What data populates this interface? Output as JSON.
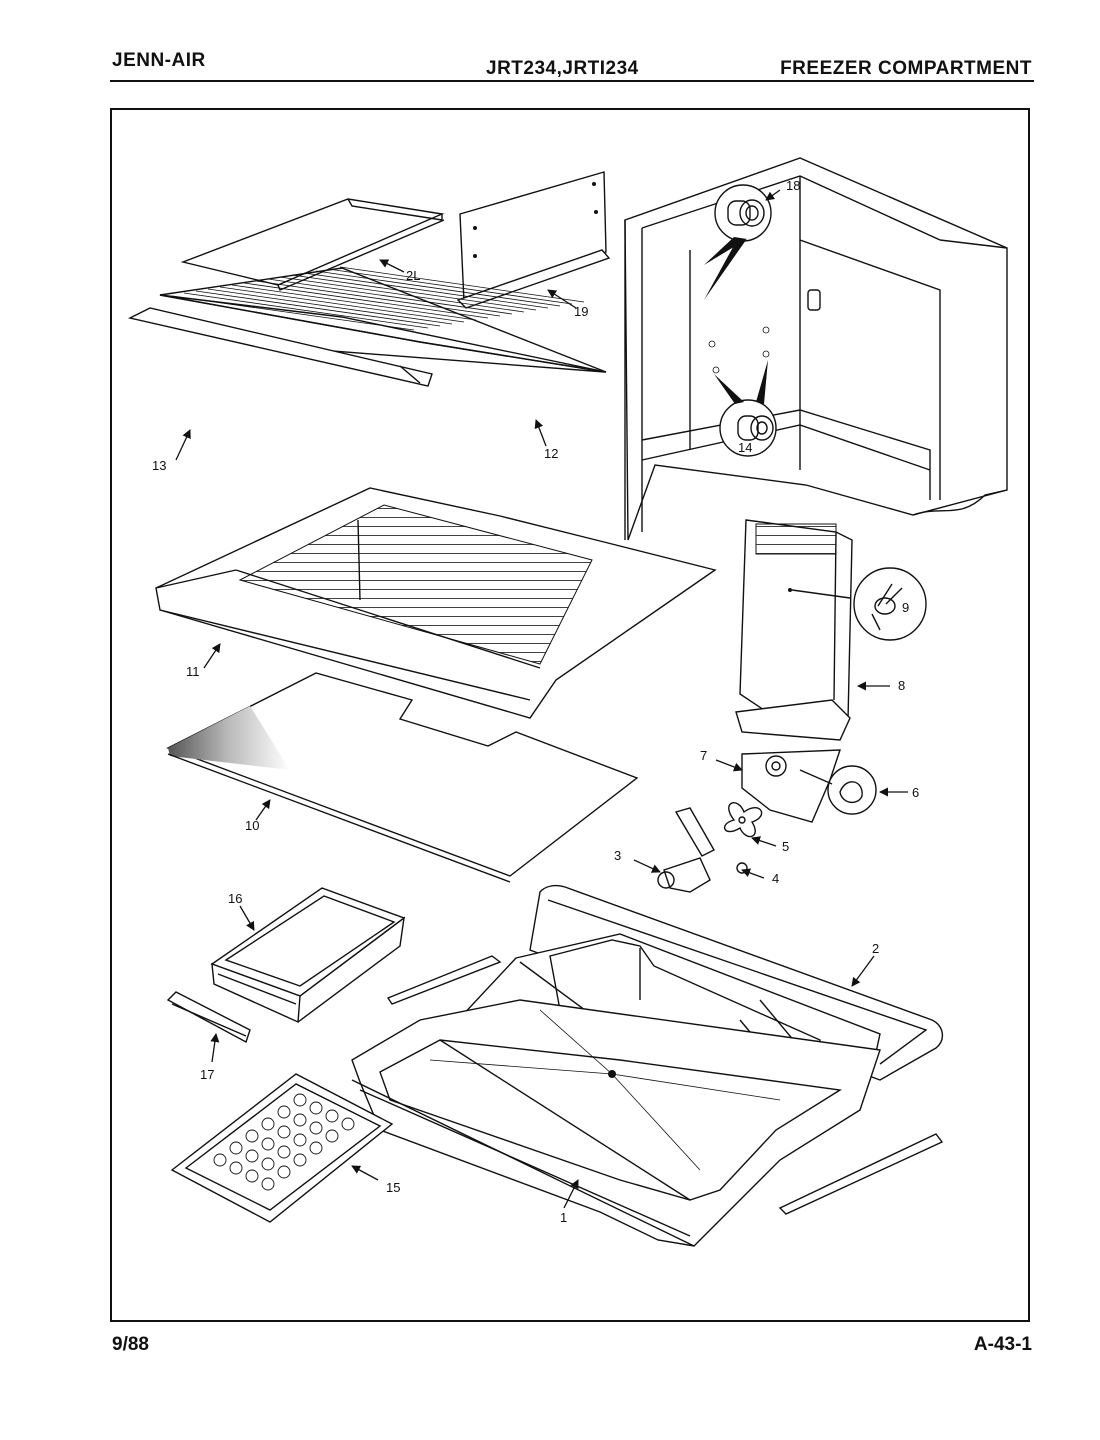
{
  "header": {
    "brand": "JENN-AIR",
    "model": "JRT234,JRTI234",
    "section": "FREEZER COMPARTMENT"
  },
  "footer": {
    "date": "9/88",
    "page_code": "A-43-1"
  },
  "callouts": {
    "c1": "1",
    "c2": "2",
    "c3": "3",
    "c4": "4",
    "c5": "5",
    "c6": "6",
    "c7": "7",
    "c8": "8",
    "c9": "9",
    "c10": "10",
    "c11": "11",
    "c12": "12",
    "c13": "13",
    "c14": "14",
    "c15": "15",
    "c16": "16",
    "c17": "17",
    "c18": "18",
    "c19": "19",
    "c20": "2L"
  }
}
